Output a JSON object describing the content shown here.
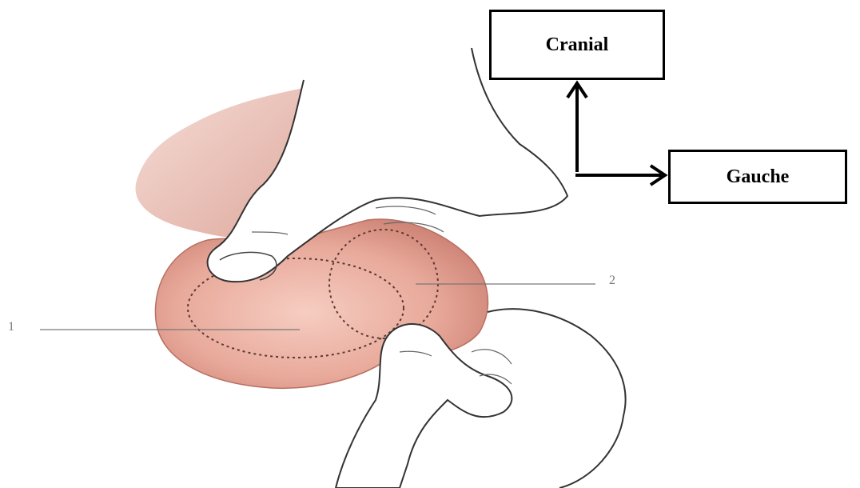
{
  "figure": {
    "orientation": {
      "cranial_label": "Cranial",
      "left_label": "Gauche"
    },
    "callouts": [
      "1",
      "2"
    ],
    "colors": {
      "stomach_fill": "#e8a99a",
      "stomach_dark": "#c97d70",
      "ink": "#333333",
      "background": "#ffffff"
    }
  }
}
